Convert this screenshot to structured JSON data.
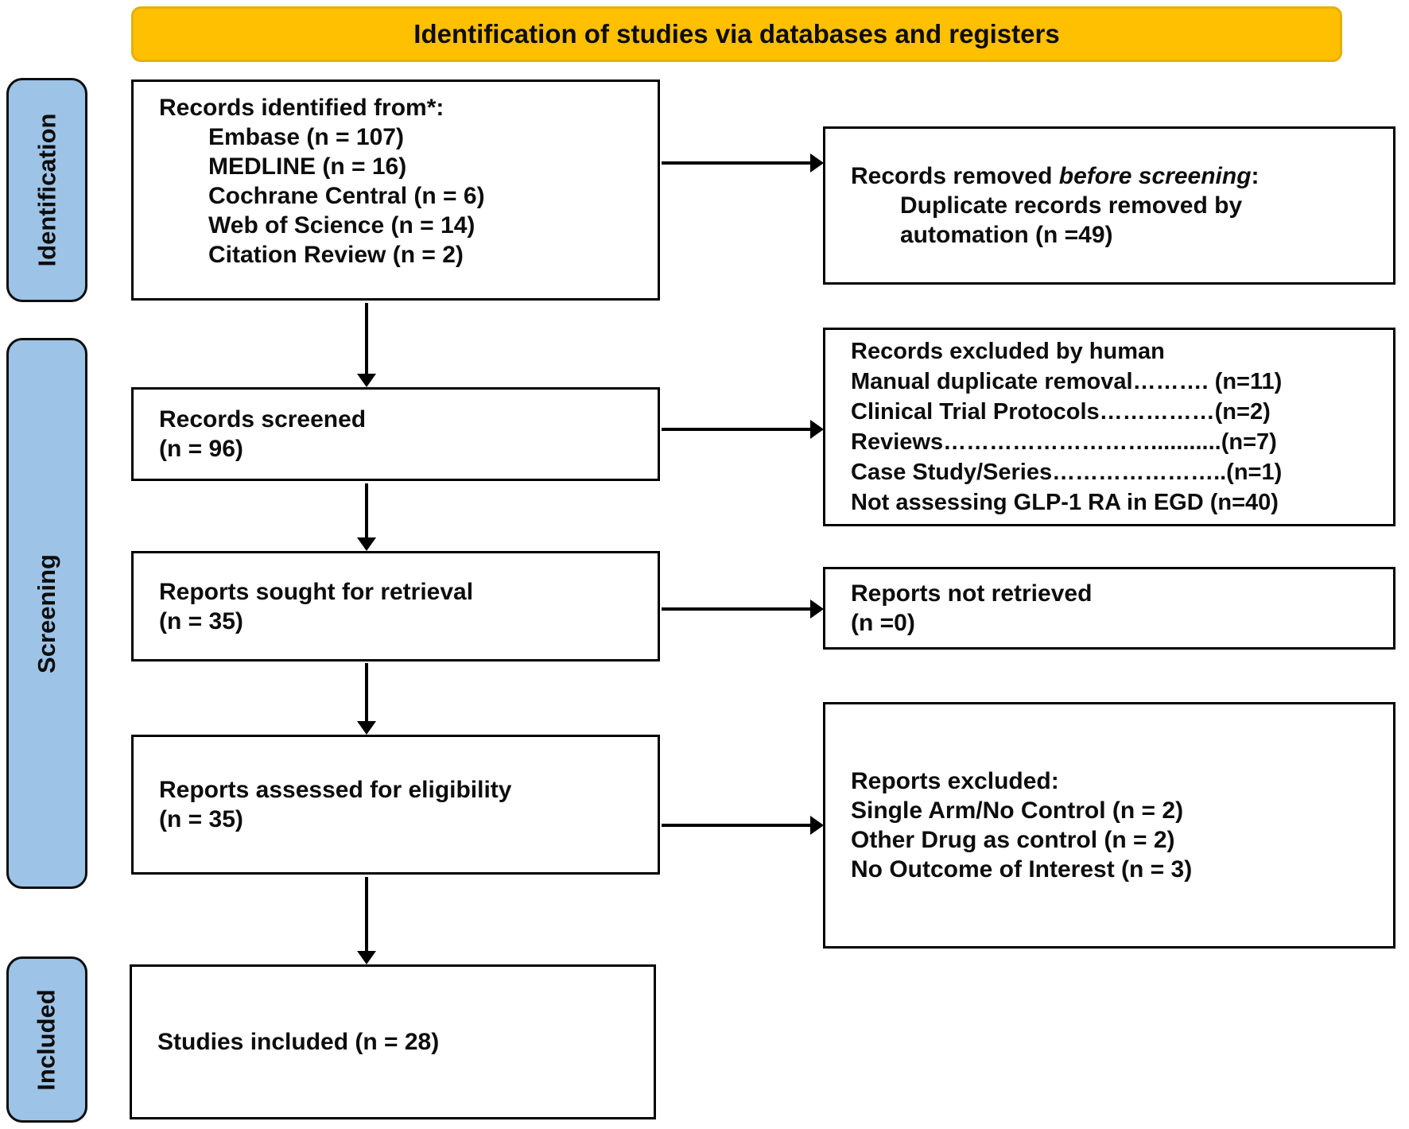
{
  "banner": {
    "title": "Identification of studies via databases and registers"
  },
  "sidebar": {
    "identification_label": "Identification",
    "screening_label": "Screening",
    "included_label": "Included"
  },
  "colors": {
    "banner_bg": "#FFC001",
    "stage_rail_bg": "#9DC3E6",
    "box_border": "#000000",
    "text": "#0d0d0d"
  },
  "boxes": {
    "records_identified": {
      "title": "Records identified from*:",
      "items": [
        "Embase (n = 107)",
        "MEDLINE (n = 16)",
        "Cochrane Central (n = 6)",
        "Web of Science (n = 14)",
        "Citation Review (n = 2)"
      ]
    },
    "records_removed": {
      "title_prefix": "Records removed ",
      "title_italic": "before screening",
      "title_suffix": ":",
      "detail": "Duplicate records removed by automation (n =49)"
    },
    "records_screened": {
      "line1": "Records screened",
      "line2": "(n = 96)"
    },
    "records_excluded_by_human": {
      "title": "Records excluded by human",
      "items": [
        "Manual duplicate removal………. (n=11)",
        "Clinical Trial Protocols……………(n=2)",
        "Reviews………………………...........(n=7)",
        "Case Study/Series…………………..(n=1)",
        "Not assessing GLP-1 RA in EGD (n=40)"
      ]
    },
    "reports_sought": {
      "line1": "Reports sought for retrieval",
      "line2": "(n = 35)"
    },
    "reports_not_retrieved": {
      "line1": "Reports not retrieved",
      "line2": "(n =0)"
    },
    "reports_assessed": {
      "line1": "Reports assessed for eligibility",
      "line2": "(n = 35)"
    },
    "reports_excluded": {
      "title": "Reports excluded:",
      "items": [
        "Single Arm/No Control (n = 2)",
        "Other Drug as control (n = 2)",
        "No Outcome of Interest (n = 3)"
      ]
    },
    "studies_included": {
      "line1": "Studies included (n = 28)"
    }
  }
}
